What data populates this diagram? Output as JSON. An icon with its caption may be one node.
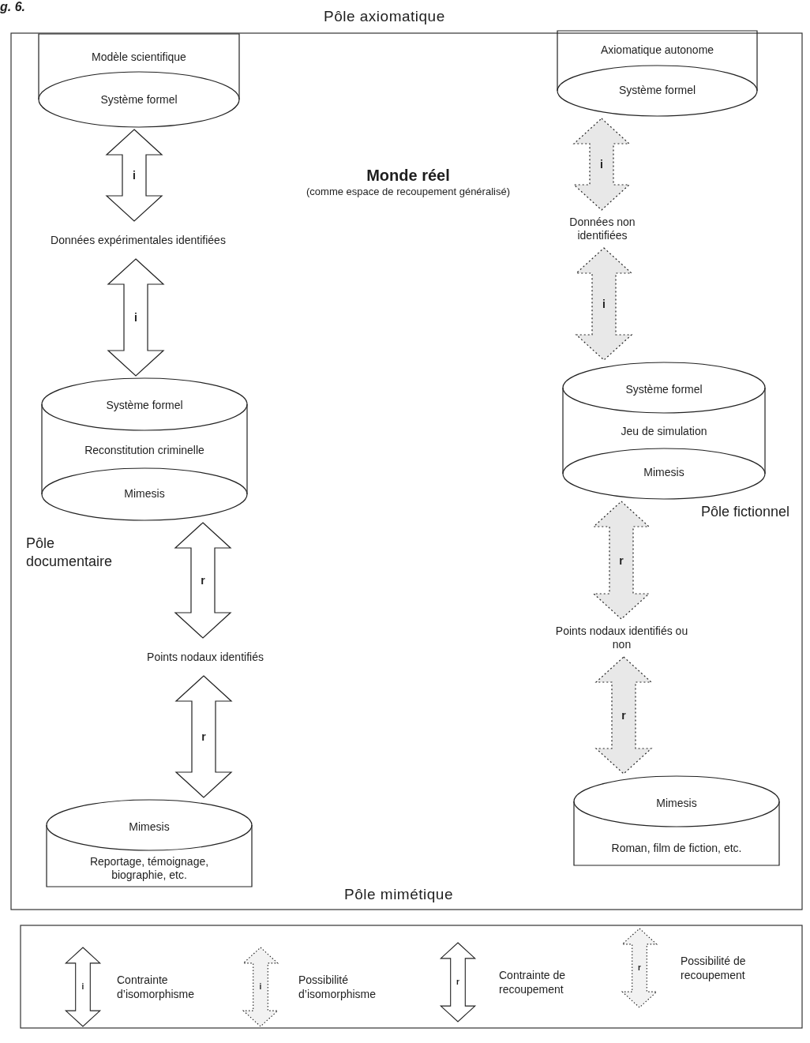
{
  "diagram": {
    "nodes": [
      {
        "text": [
          "Modèle scientifique",
          "Système formel"
        ]
      },
      {
        "text": [
          "Données expérimentales identifiées"
        ]
      },
      {
        "text": [
          "Système formel",
          "Reconstitution criminelle",
          "Mimesis"
        ]
      },
      {
        "text": [
          "Points nodaux identifiés"
        ]
      },
      {
        "text": [
          "Mimesis",
          "Reportage, témoignage, biographie, etc."
        ]
      },
      {
        "text": [
          "Axiomatique autonome",
          "Système formel"
        ]
      },
      {
        "text": [
          "Données non identifiées"
        ]
      },
      {
        "text": [
          "Système formel",
          "Jeu de simulation",
          "Mimesis"
        ]
      },
      {
        "text": [
          "Points nodaux identifiés ou non"
        ]
      },
      {
        "text": [
          "Mimesis",
          "Roman, film de fiction, etc."
        ]
      }
    ],
    "edges": [
      {
        "from": 0,
        "to": 1,
        "arrow": "both",
        "label": "i"
      },
      {
        "from": 1,
        "to": 2,
        "arrow": "both",
        "label": "i"
      },
      {
        "from": 2,
        "to": 3,
        "arrow": "both",
        "label": "r"
      },
      {
        "from": 3,
        "to": 4,
        "arrow": "both",
        "label": "r"
      },
      {
        "from": 5,
        "to": 6,
        "arrow": "both",
        "label": "i",
        "style": "dashed"
      },
      {
        "from": 6,
        "to": 7,
        "arrow": "both",
        "label": "i",
        "style": "dashed"
      },
      {
        "from": 7,
        "to": 8,
        "arrow": "both",
        "label": "r",
        "style": "dashed"
      },
      {
        "from": 8,
        "to": 9,
        "arrow": "both",
        "label": "r",
        "style": "dashed"
      }
    ],
    "labels": [
      "g. 6.",
      "Pôle axiomatique",
      "Monde réel",
      "(comme espace de recoupement généralisé)",
      "Pôle documentaire",
      "Pôle fictionnel",
      "Pôle mimétique",
      "i",
      "i",
      "r",
      "r"
    ],
    "legend": [
      {
        "text": "Contrainte d’isomorphisme"
      },
      {
        "text": "Possibilité d’isomorphisme"
      },
      {
        "text": "Contrainte de recoupement"
      },
      {
        "text": "Possibilité de recoupement"
      }
    ]
  }
}
